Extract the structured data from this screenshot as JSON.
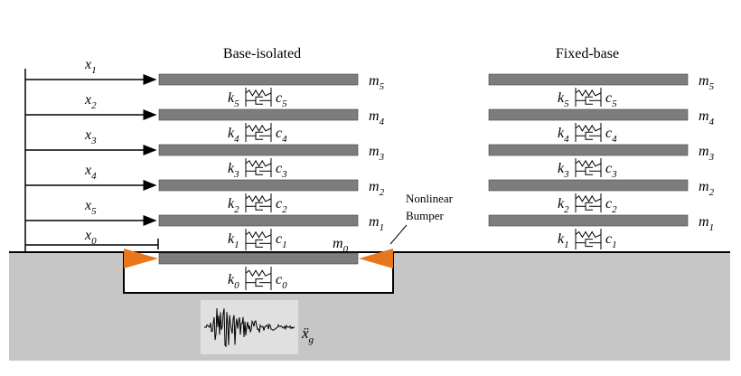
{
  "titles": {
    "left": "Base-isolated",
    "right": "Fixed-base"
  },
  "bumper_label": [
    "Nonlinear",
    "Bumper"
  ],
  "ground_motion": {
    "symbol": "ẍ",
    "subscript": "g"
  },
  "base": {
    "mass": {
      "base": "m",
      "sub": "0"
    },
    "k": {
      "base": "k",
      "sub": "0"
    },
    "c": {
      "base": "c",
      "sub": "0"
    },
    "disp": {
      "base": "x",
      "sub": "0"
    }
  },
  "floors": [
    {
      "mass": {
        "base": "m",
        "sub": "5"
      },
      "k": {
        "base": "k",
        "sub": "5"
      },
      "c": {
        "base": "c",
        "sub": "5"
      },
      "disp": {
        "base": "x",
        "sub": "1"
      }
    },
    {
      "mass": {
        "base": "m",
        "sub": "4"
      },
      "k": {
        "base": "k",
        "sub": "4"
      },
      "c": {
        "base": "c",
        "sub": "4"
      },
      "disp": {
        "base": "x",
        "sub": "2"
      }
    },
    {
      "mass": {
        "base": "m",
        "sub": "3"
      },
      "k": {
        "base": "k",
        "sub": "3"
      },
      "c": {
        "base": "c",
        "sub": "3"
      },
      "disp": {
        "base": "x",
        "sub": "3"
      }
    },
    {
      "mass": {
        "base": "m",
        "sub": "2"
      },
      "k": {
        "base": "k",
        "sub": "2"
      },
      "c": {
        "base": "c",
        "sub": "2"
      },
      "disp": {
        "base": "x",
        "sub": "4"
      }
    },
    {
      "mass": {
        "base": "m",
        "sub": "1"
      },
      "k": {
        "base": "k",
        "sub": "1"
      },
      "c": {
        "base": "c",
        "sub": "1"
      },
      "disp": {
        "base": "x",
        "sub": "5"
      }
    }
  ],
  "colors": {
    "ground": "#c6c6c6",
    "slab": "#7d7d7d",
    "bumper": "#e8761c",
    "line": "#000000",
    "signal_bg": "#e0e0e0"
  }
}
